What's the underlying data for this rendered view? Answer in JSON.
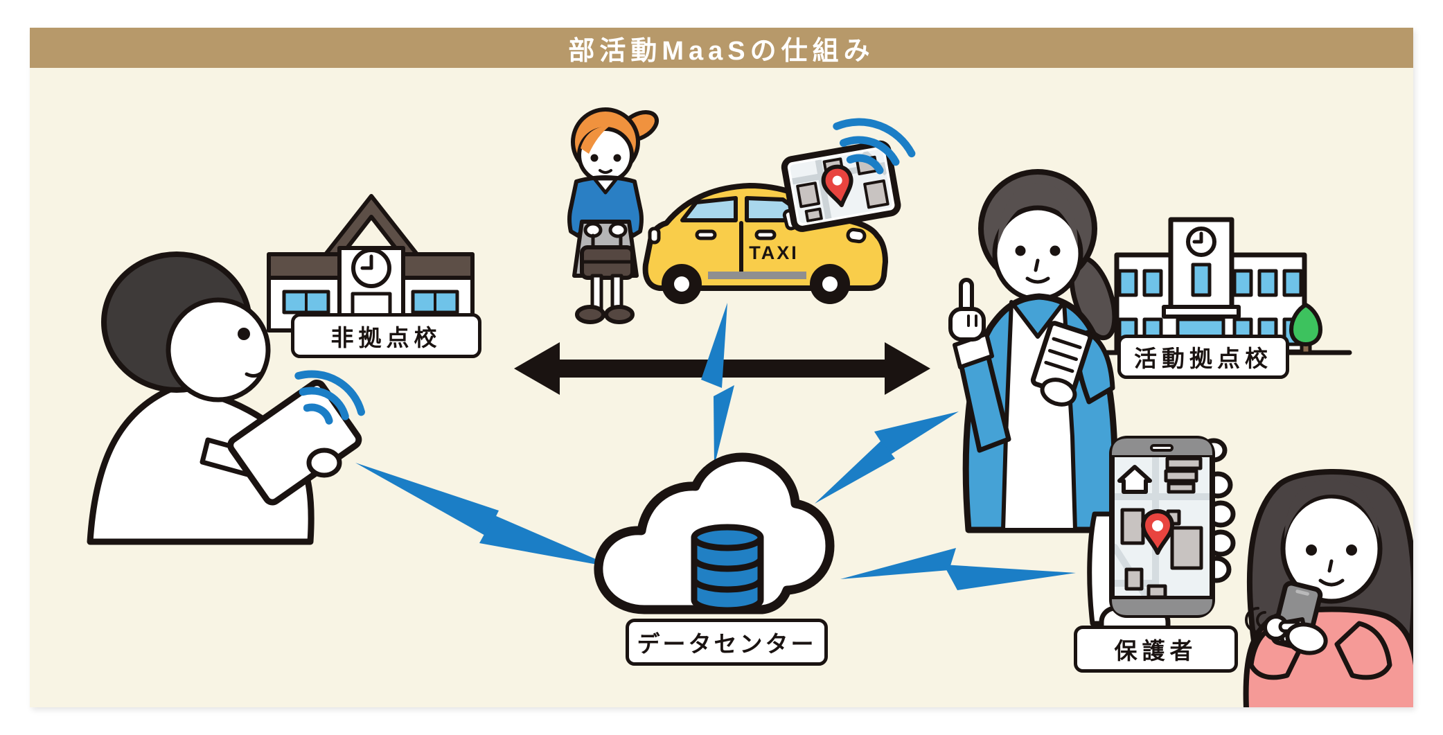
{
  "header": {
    "title": "部活動MaaSの仕組み",
    "bg_color": "#B7996A",
    "text_color": "#FFFFFF"
  },
  "canvas": {
    "bg_color": "#F8F4E4",
    "page_bg_color": "#FFFFFF"
  },
  "labels": {
    "non_hub_school": "非拠点校",
    "hub_school": "活動拠点校",
    "data_center": "データセンター",
    "guardian": "保護者"
  },
  "taxi": {
    "sign": "TAXI"
  },
  "entities": [
    {
      "name": "staff-with-tablet",
      "desc": "person holding a tablet with wifi signal beside the non-hub school"
    },
    {
      "name": "non-hub-school",
      "label": "非拠点校"
    },
    {
      "name": "student-in-uniform",
      "desc": "student with school bag waiting beside the taxi"
    },
    {
      "name": "taxi",
      "desc": "yellow taxi with onboard GPS map tablet and wifi signal"
    },
    {
      "name": "teacher",
      "desc": "teacher pointing up in front of the activity hub school"
    },
    {
      "name": "hub-school",
      "label": "活動拠点校"
    },
    {
      "name": "data-center-cloud",
      "label": "データセンター",
      "desc": "cloud containing a database"
    },
    {
      "name": "guardian-with-smartphone",
      "label": "保護者",
      "desc": "parent viewing child location on smartphone map"
    }
  ],
  "connections": [
    {
      "from": "non-hub-school",
      "to": "hub-school",
      "style": "black double-headed arrow"
    },
    {
      "from": "staff-tablet",
      "to": "data-center",
      "style": "blue zigzag link"
    },
    {
      "from": "taxi-gps",
      "to": "data-center",
      "style": "blue zigzag link"
    },
    {
      "from": "teacher",
      "to": "data-center",
      "style": "blue zigzag link"
    },
    {
      "from": "guardian-smartphone",
      "to": "data-center",
      "style": "blue zigzag link"
    }
  ],
  "icons": {
    "wifi": "wifi-arcs",
    "map_pin": "location-pin",
    "database": "stacked-cylinders",
    "cloud": "cloud",
    "clock": "clock-face",
    "home": "home-glyph"
  },
  "colors": {
    "outline": "#1A1311",
    "link_blue": "#1B7EC6",
    "window_blue": "#6FC3E9",
    "taxi_yellow": "#F9CD4A",
    "taxi_window_blue": "#A9D7EC",
    "pin_red": "#E8443F",
    "blazer_blue": "#2A7FC4",
    "cardigan_blue": "#45A2D6",
    "sweater_pink": "#F59A97",
    "roof_brown": "#5D4F47",
    "hair_orange": "#F0923E",
    "database_blue": "#2180C4",
    "tree_green": "#3DC25E"
  }
}
